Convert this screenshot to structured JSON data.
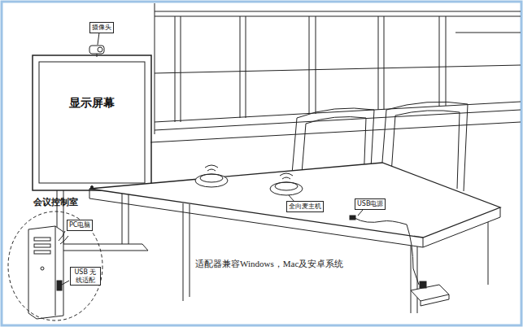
{
  "diagram": {
    "nodes": [
      {
        "text": [
          "摄像头"
        ]
      },
      {
        "text": [
          "显示屏幕"
        ]
      },
      {
        "text": [
          "会议控制室"
        ]
      },
      {
        "text": [
          "PC电脑"
        ],
        "in": 2
      },
      {
        "text": [
          "USB 无线适配"
        ],
        "in": 2
      },
      {
        "text": [
          "全向麦主机"
        ]
      },
      {
        "text": [
          "USB电源"
        ]
      }
    ],
    "labels": [
      "适配器兼容Windows，Mac及安卓系统"
    ]
  }
}
